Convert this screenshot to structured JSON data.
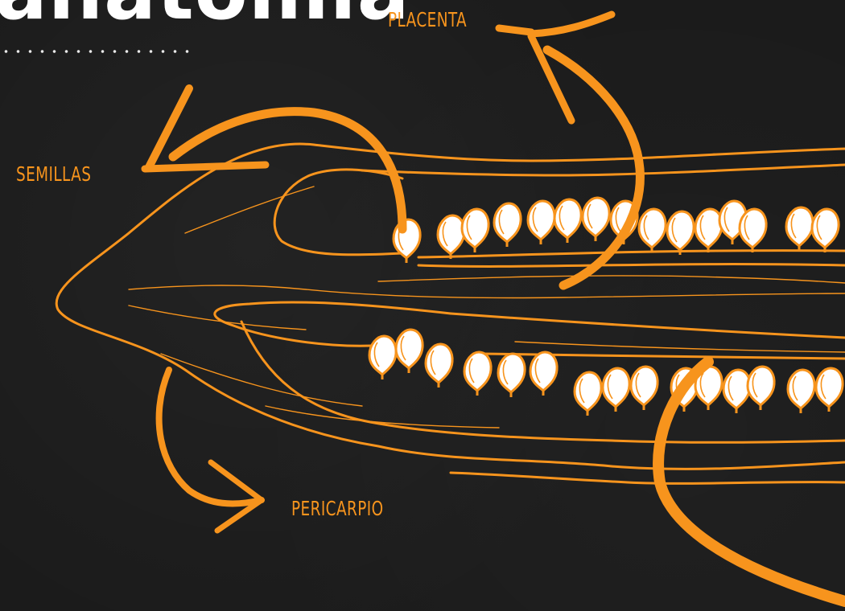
{
  "title_fragment": "anatomía",
  "labels": {
    "placenta": "PLACENTA",
    "semillas": "SEMILLAS",
    "pericarpio": "PERICARPIO"
  },
  "colors": {
    "background": "#1b1b1b",
    "accent": "#f7941d",
    "seed": "#ffffff",
    "title": "#ffffff"
  }
}
